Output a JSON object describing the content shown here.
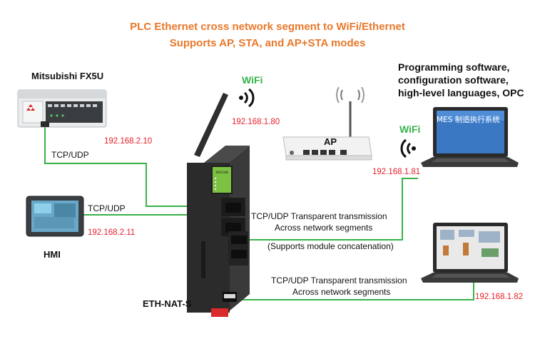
{
  "header": {
    "line1": "PLC Ethernet cross network segment to WiFi/Ethernet",
    "line2": "Supports AP, STA, and AP+STA modes"
  },
  "plc": {
    "name": "Mitsubishi FX5U",
    "ip": "192.168.2.10",
    "protocol": "TCP/UDP"
  },
  "hmi": {
    "name": "HMI",
    "ip": "192.168.2.11",
    "protocol": "TCP/UDP"
  },
  "gateway": {
    "name": "ETH-NAT-S",
    "wifi_label": "WiFi",
    "wifi_ip": "192.168.1.80",
    "transparent_1": "TCP/UDP Transparent transmission",
    "across_1": "Across network segments",
    "concat_note": "(Supports module concatenation)",
    "transparent_2": "TCP/UDP Transparent transmission",
    "across_2": "Across network segments"
  },
  "ap": {
    "label": "AP"
  },
  "laptop_wifi": {
    "software_line1": "Programming software,",
    "software_line2": "configuration software,",
    "software_line3": "high-level languages, OPC",
    "wifi_label": "WiFi",
    "ip": "192.168.1.81",
    "screen_text": "MES 制造执行系统"
  },
  "laptop_eth": {
    "ip": "192.168.1.82"
  },
  "colors": {
    "title": "#e8782a",
    "wire": "#37b24a",
    "ip": "#e8202a",
    "device_dark": "#2b2b2b"
  }
}
